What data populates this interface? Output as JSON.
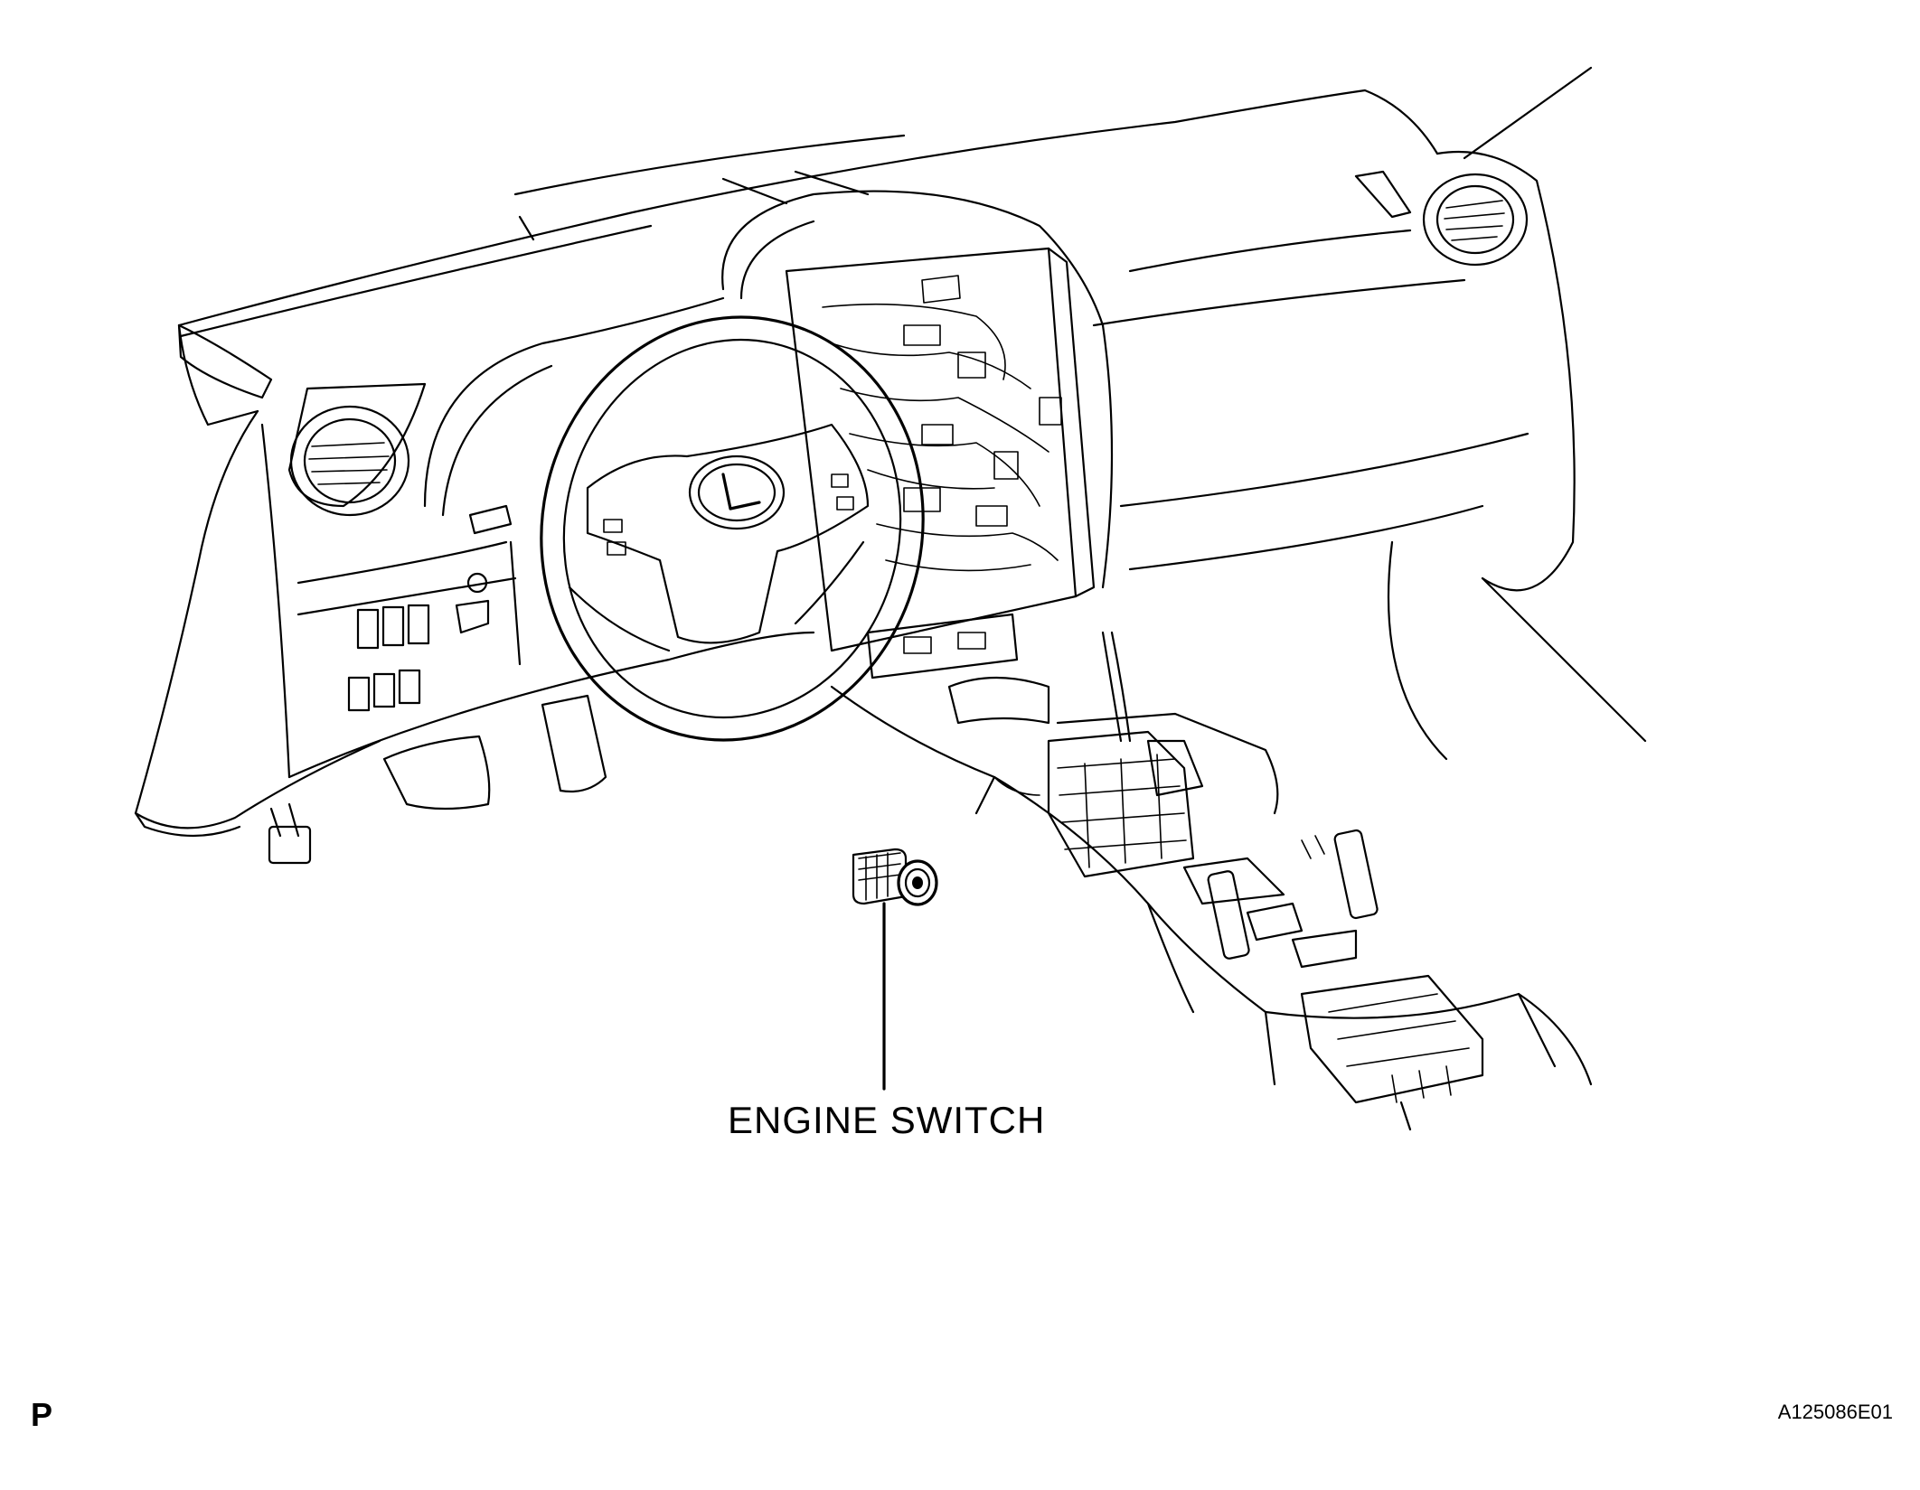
{
  "callout": {
    "label": "ENGINE SWITCH"
  },
  "footer": {
    "corner_mark": "P",
    "figure_id": "A125086E01"
  },
  "colors": {
    "line": "#000000",
    "background": "#ffffff"
  }
}
